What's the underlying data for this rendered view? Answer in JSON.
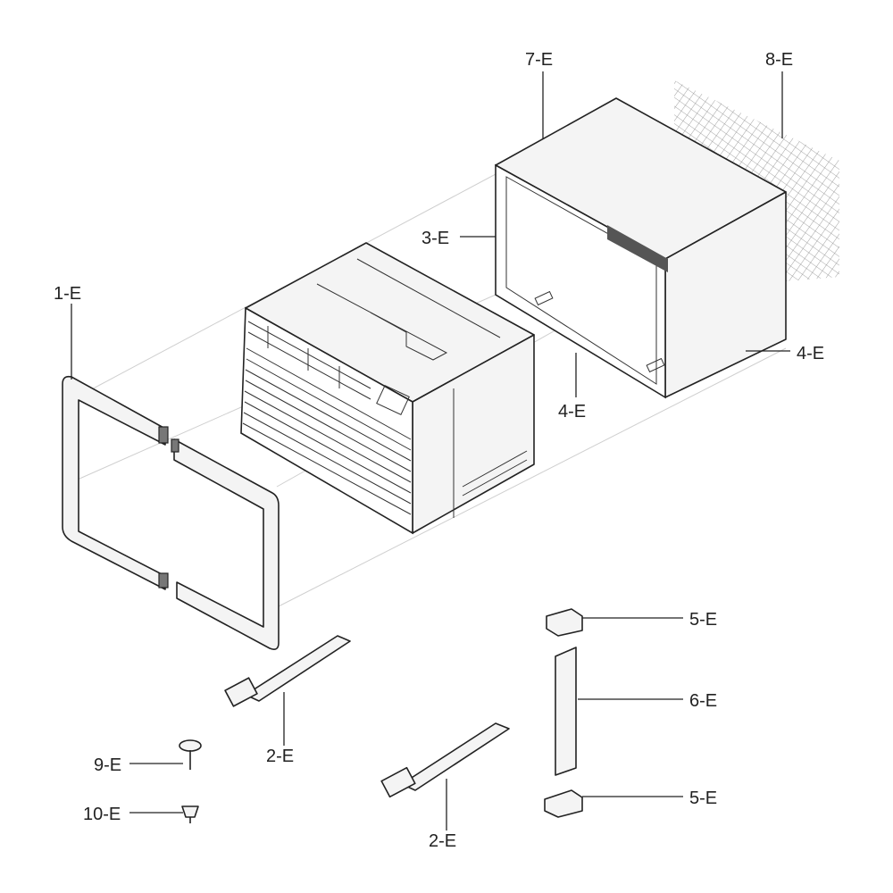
{
  "callouts": {
    "c1": "1-E",
    "c2a": "2-E",
    "c2b": "2-E",
    "c3": "3-E",
    "c4a": "4-E",
    "c4b": "4-E",
    "c5a": "5-E",
    "c5b": "5-E",
    "c6": "6-E",
    "c7": "7-E",
    "c8": "8-E",
    "c9": "9-E",
    "c10": "10-E"
  },
  "colors": {
    "line": "#222222",
    "ghost": "#cfcfcf",
    "mesh": "#8a8a8a"
  }
}
